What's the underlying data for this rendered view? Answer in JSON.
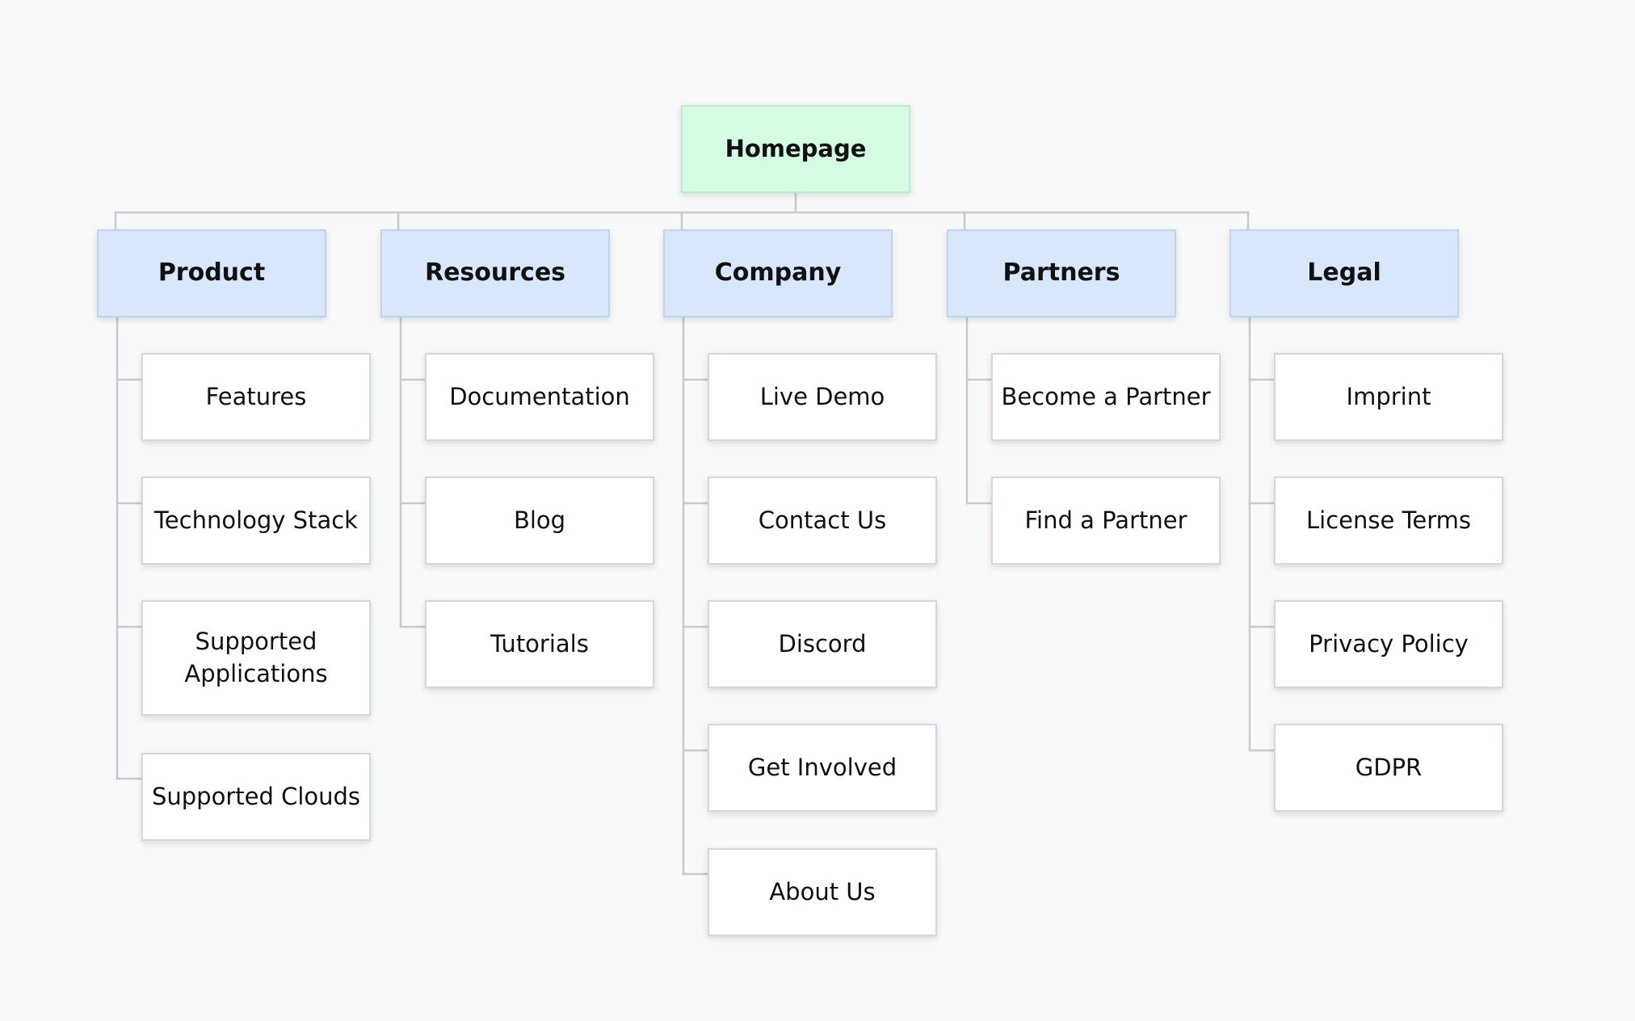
{
  "sitemap": {
    "root": {
      "label": "Homepage"
    },
    "sections": [
      {
        "label": "Product",
        "pages": [
          "Features",
          "Technology Stack",
          "Supported Applications",
          "Supported Clouds"
        ]
      },
      {
        "label": "Resources",
        "pages": [
          "Documentation",
          "Blog",
          "Tutorials"
        ]
      },
      {
        "label": "Company",
        "pages": [
          "Live Demo",
          "Contact Us",
          "Discord",
          "Get Involved",
          "About Us"
        ]
      },
      {
        "label": "Partners",
        "pages": [
          "Become a Partner",
          "Find a Partner"
        ]
      },
      {
        "label": "Legal",
        "pages": [
          "Imprint",
          "License Terms",
          "Privacy Policy",
          "GDPR"
        ]
      }
    ]
  },
  "colors": {
    "root_fill": "#d4fce3",
    "section_fill": "#d8e7fb",
    "page_fill": "#ffffff",
    "connector": "#c6c9ce"
  }
}
